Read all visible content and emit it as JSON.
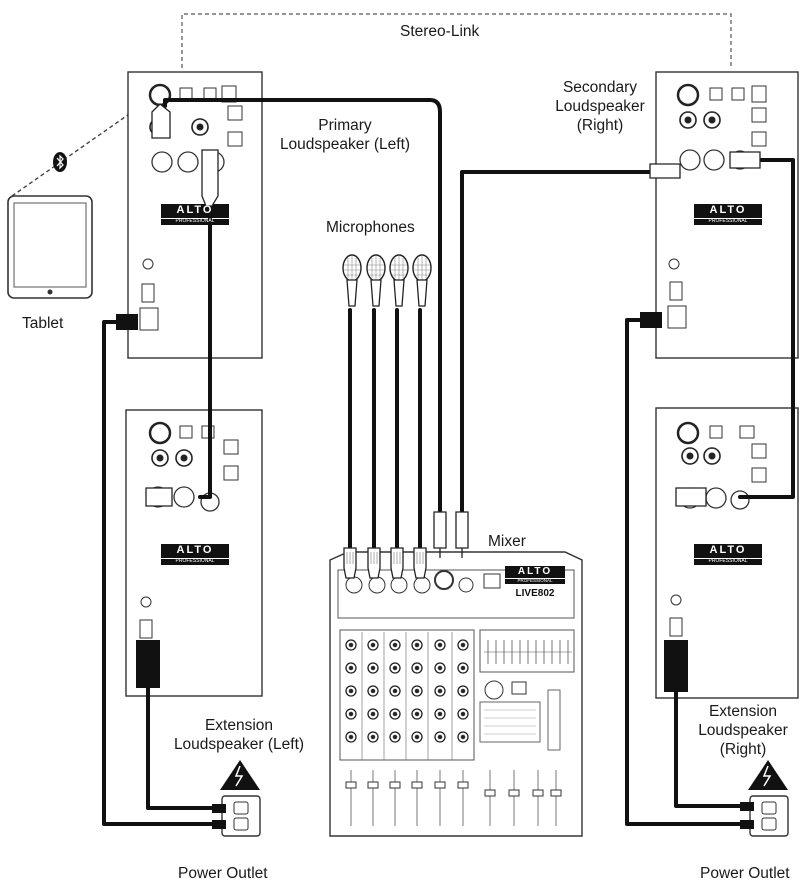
{
  "labels": {
    "stereo_link": "Stereo-Link",
    "primary_line1": "Primary",
    "primary_line2": "Loudspeaker (Left)",
    "secondary_line1": "Secondary",
    "secondary_line2": "Loudspeaker",
    "secondary_line3": "(Right)",
    "microphones": "Microphones",
    "tablet": "Tablet",
    "mixer": "Mixer",
    "ext_left_line1": "Extension",
    "ext_left_line2": "Loudspeaker (Left)",
    "ext_right_line1": "Extension",
    "ext_right_line2": "Loudspeaker",
    "ext_right_line3": "(Right)",
    "power_outlet_left": "Power Outlet",
    "power_outlet_right": "Power Outlet"
  },
  "device_text": {
    "brand": "ALTO",
    "brand_sub": "PROFESSIONAL",
    "mixer_model": "LIVE802"
  },
  "icons": [
    "bluetooth-icon",
    "tablet-icon",
    "microphone-icon",
    "xlr-connector-icon",
    "power-plug-icon",
    "high-voltage-icon",
    "power-outlet-icon"
  ],
  "colors": {
    "line": "#111111",
    "panel": "#ffffff",
    "stroke": "#333333"
  }
}
